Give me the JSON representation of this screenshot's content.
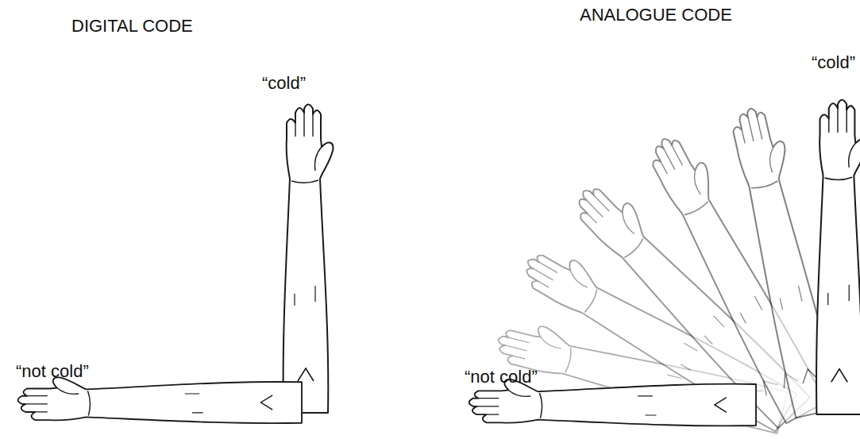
{
  "diagram": {
    "labels": [
      "DIGITAL CODE",
      "ANALOGUE CODE",
      "“cold”",
      "“not cold”",
      "“cold”",
      "“not cold”"
    ]
  }
}
